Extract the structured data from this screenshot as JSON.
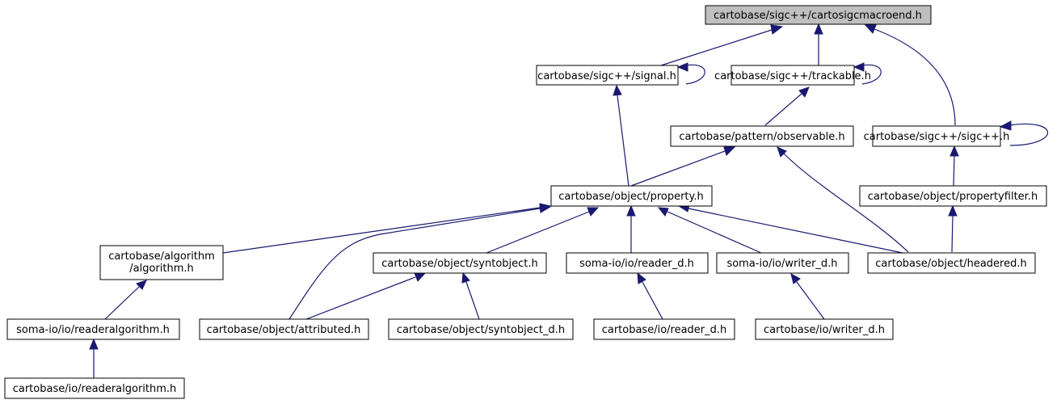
{
  "graph": {
    "nodes": {
      "cartosigcmacroend": {
        "label": "cartobase/sigc++/cartosigcmacroend.h"
      },
      "signal": {
        "label": "cartobase/sigc++/signal.h"
      },
      "trackable": {
        "label": "cartobase/sigc++/trackable.h"
      },
      "observable": {
        "label": "cartobase/pattern/observable.h"
      },
      "sigc": {
        "label": "cartobase/sigc++/sigc++.h"
      },
      "property": {
        "label": "cartobase/object/property.h"
      },
      "propertyfilter": {
        "label": "cartobase/object/propertyfilter.h"
      },
      "algorithm": {
        "label_line1": "cartobase/algorithm",
        "label_line2": "/algorithm.h"
      },
      "syntobject": {
        "label": "cartobase/object/syntobject.h"
      },
      "reader_d_soma": {
        "label": "soma-io/io/reader_d.h"
      },
      "writer_d_soma": {
        "label": "soma-io/io/writer_d.h"
      },
      "headered": {
        "label": "cartobase/object/headered.h"
      },
      "readeralgorithm_soma": {
        "label": "soma-io/io/readeralgorithm.h"
      },
      "attributed": {
        "label": "cartobase/object/attributed.h"
      },
      "syntobject_d": {
        "label": "cartobase/object/syntobject_d.h"
      },
      "reader_d_carto": {
        "label": "cartobase/io/reader_d.h"
      },
      "writer_d_carto": {
        "label": "cartobase/io/writer_d.h"
      },
      "readeralgorithm_carto": {
        "label": "cartobase/io/readeralgorithm.h"
      }
    },
    "edges": [
      {
        "from": "signal",
        "to": "cartosigcmacroend"
      },
      {
        "from": "trackable",
        "to": "cartosigcmacroend"
      },
      {
        "from": "sigc",
        "to": "cartosigcmacroend"
      },
      {
        "from": "signal",
        "to": "signal"
      },
      {
        "from": "trackable",
        "to": "trackable"
      },
      {
        "from": "sigc",
        "to": "sigc"
      },
      {
        "from": "observable",
        "to": "trackable"
      },
      {
        "from": "property",
        "to": "signal"
      },
      {
        "from": "property",
        "to": "observable"
      },
      {
        "from": "headered",
        "to": "observable"
      },
      {
        "from": "propertyfilter",
        "to": "sigc"
      },
      {
        "from": "headered",
        "to": "propertyfilter"
      },
      {
        "from": "algorithm",
        "to": "property"
      },
      {
        "from": "attributed",
        "to": "property"
      },
      {
        "from": "syntobject",
        "to": "property"
      },
      {
        "from": "reader_d_soma",
        "to": "property"
      },
      {
        "from": "writer_d_soma",
        "to": "property"
      },
      {
        "from": "headered",
        "to": "property"
      },
      {
        "from": "readeralgorithm_soma",
        "to": "algorithm"
      },
      {
        "from": "attributed",
        "to": "syntobject"
      },
      {
        "from": "syntobject_d",
        "to": "syntobject"
      },
      {
        "from": "reader_d_carto",
        "to": "reader_d_soma"
      },
      {
        "from": "writer_d_carto",
        "to": "writer_d_soma"
      },
      {
        "from": "readeralgorithm_carto",
        "to": "readeralgorithm_soma"
      }
    ],
    "colors": {
      "edge": "#191970",
      "root_fill": "#bfbfbf",
      "node_fill": "#ffffff",
      "node_stroke": "#000000"
    }
  }
}
